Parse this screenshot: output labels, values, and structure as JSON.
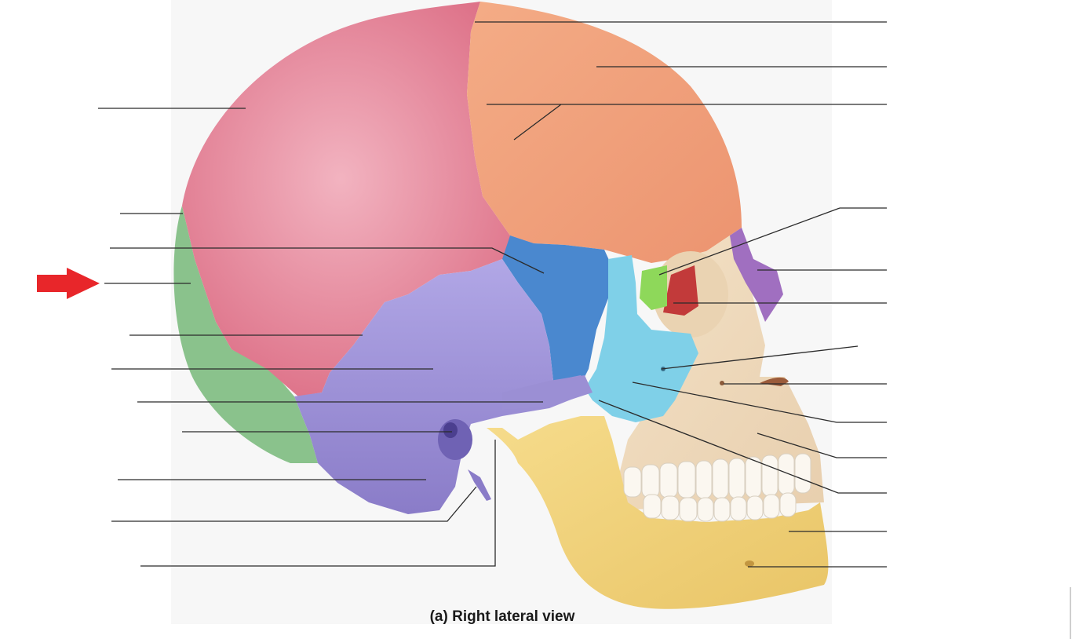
{
  "figure": {
    "caption": "(a) Right lateral view"
  },
  "indicator": {
    "icon": "right-arrow-icon",
    "color": "#e8262a"
  },
  "regions": [
    {
      "name": "frontal-bone",
      "color": "#f0a07a"
    },
    {
      "name": "parietal-bone",
      "color": "#e07f91"
    },
    {
      "name": "occipital-bone",
      "color": "#8ac28c"
    },
    {
      "name": "temporal-bone",
      "color": "#9b8fd4"
    },
    {
      "name": "sphenoid-bone",
      "color": "#4a88cf"
    },
    {
      "name": "zygomatic-bone",
      "color": "#7fd0e8"
    },
    {
      "name": "nasal-bone",
      "color": "#a06fc0"
    },
    {
      "name": "lacrimal-bone",
      "color": "#c23a3a"
    },
    {
      "name": "ethmoid-bone",
      "color": "#8ed85a"
    },
    {
      "name": "mandible",
      "color": "#f3d27a"
    },
    {
      "name": "maxilla",
      "color": "#f2dcc0"
    }
  ]
}
